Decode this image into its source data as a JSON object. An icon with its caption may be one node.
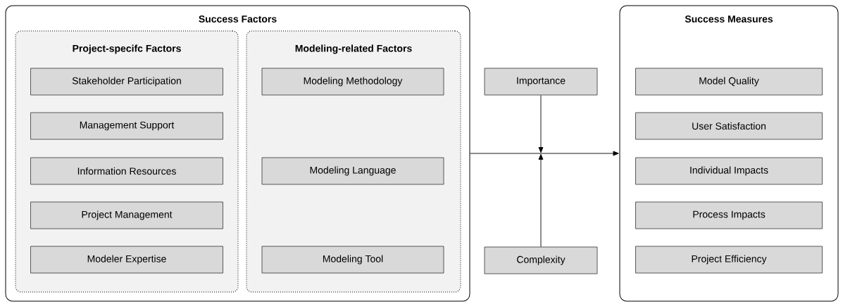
{
  "diagram": {
    "nodes": [
      {
        "text": [
          "Success Factors"
        ]
      },
      {
        "text": [
          "Project-specifc Factors"
        ],
        "in": 0
      },
      {
        "text": [
          "Stakeholder Participation"
        ],
        "in": 1
      },
      {
        "text": [
          "Management Support"
        ],
        "in": 1
      },
      {
        "text": [
          "Information Resources"
        ],
        "in": 1
      },
      {
        "text": [
          "Project Management"
        ],
        "in": 1
      },
      {
        "text": [
          "Modeler Expertise"
        ],
        "in": 1
      },
      {
        "text": [
          "Modeling-related Factors"
        ],
        "in": 0
      },
      {
        "text": [
          "Modeling Methodology"
        ],
        "in": 7
      },
      {
        "text": [
          "Modeling Language"
        ],
        "in": 7
      },
      {
        "text": [
          "Modeling Tool"
        ],
        "in": 7
      },
      {
        "text": [
          "Importance"
        ]
      },
      {
        "text": [
          "Complexity"
        ]
      },
      {
        "text": [
          "Success Measures"
        ]
      },
      {
        "text": [
          "Model Quality"
        ],
        "in": 13
      },
      {
        "text": [
          "User Satisfaction"
        ],
        "in": 13
      },
      {
        "text": [
          "Individual Impacts"
        ],
        "in": 13
      },
      {
        "text": [
          "Process Impacts"
        ],
        "in": 13
      },
      {
        "text": [
          "Project Efficiency"
        ],
        "in": 13
      }
    ],
    "edges": [
      {
        "from": 0,
        "to": 13,
        "arrow": "to"
      },
      {
        "from": 11,
        "to": null,
        "arrow": "to"
      },
      {
        "from": 12,
        "to": null,
        "arrow": "to"
      }
    ]
  }
}
